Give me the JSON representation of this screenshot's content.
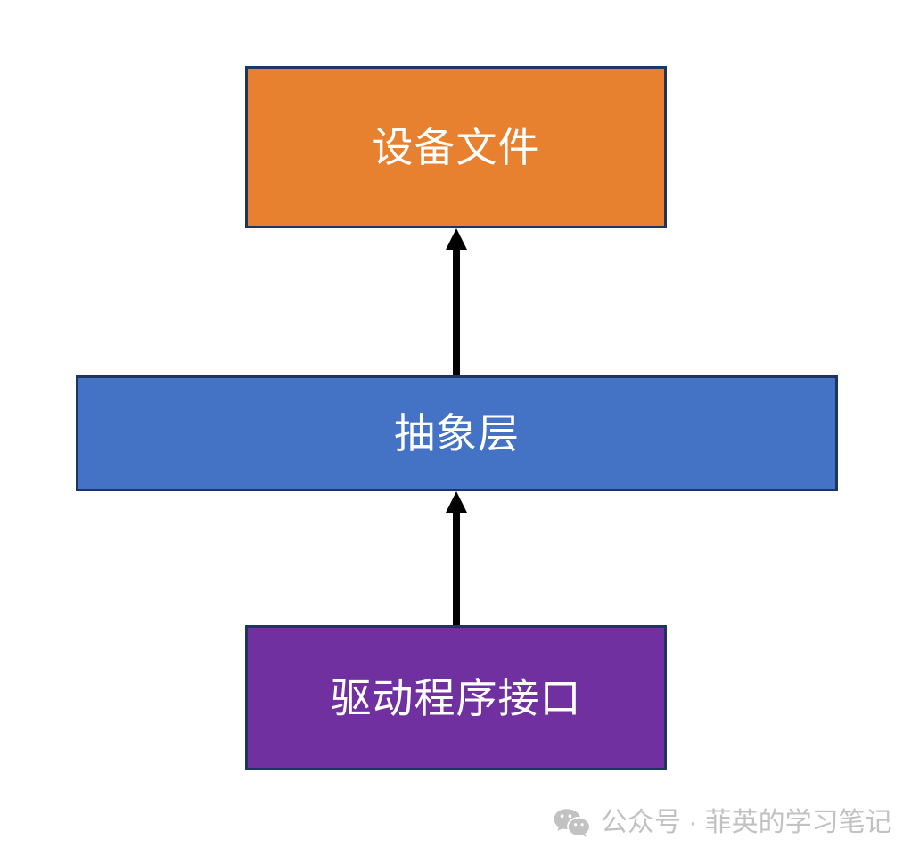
{
  "diagram": {
    "type": "flow-diagram",
    "orientation": "vertical-bottom-up",
    "background_color": "#ffffff",
    "border_color": "#1F3561",
    "arrow_color": "#000000",
    "nodes": [
      {
        "id": "device-file",
        "label": "设备文件",
        "fill_color": "#E8812F",
        "text_color": "#ffffff",
        "level": "top"
      },
      {
        "id": "abstraction-layer",
        "label": "抽象层",
        "fill_color": "#4472C4",
        "text_color": "#ffffff",
        "level": "middle"
      },
      {
        "id": "driver-interface",
        "label": "驱动程序接口",
        "fill_color": "#7030A0",
        "text_color": "#ffffff",
        "level": "bottom"
      }
    ],
    "edges": [
      {
        "id": "abstraction-to-device",
        "from": "abstraction-layer",
        "to": "device-file",
        "direction": "up",
        "style": "solid-arrow"
      },
      {
        "id": "driver-to-abstraction",
        "from": "driver-interface",
        "to": "abstraction-layer",
        "direction": "up",
        "style": "solid-arrow"
      }
    ]
  },
  "watermark": {
    "icon": "wechat-icon",
    "text": "公众号 · 菲英的学习笔记",
    "color": "#c2c2c2"
  }
}
